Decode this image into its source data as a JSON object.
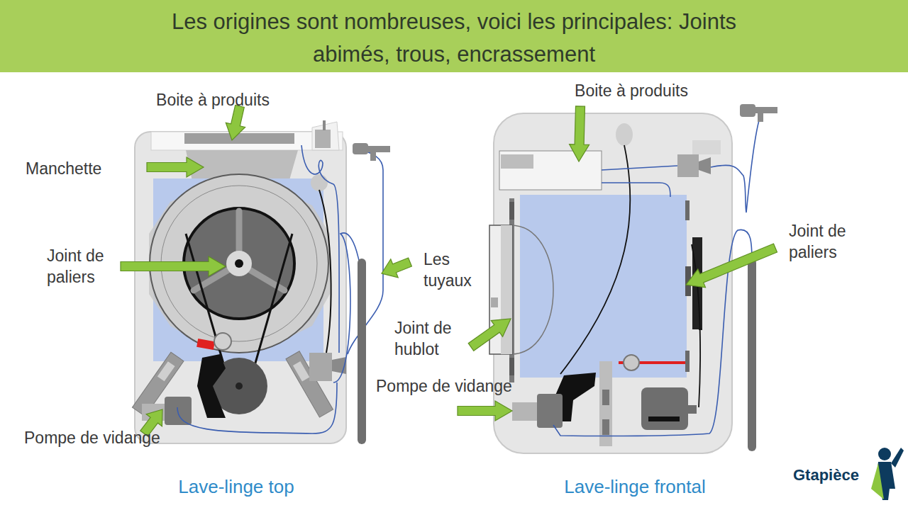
{
  "diagram": {
    "title": "Les origines sont nombreuses, voici les principales: Joints abimés, trous, encrassement",
    "labels": [
      "Boite à produits",
      "Manchette",
      "Joint de paliers",
      "Pompe de vidange",
      "Lave-linge top",
      "Boite à produits",
      "Les tuyaux",
      "Joint de paliers",
      "Joint de hublot",
      "Pompe de vidange",
      "Lave-linge frontal",
      "Gtapièce"
    ]
  }
}
